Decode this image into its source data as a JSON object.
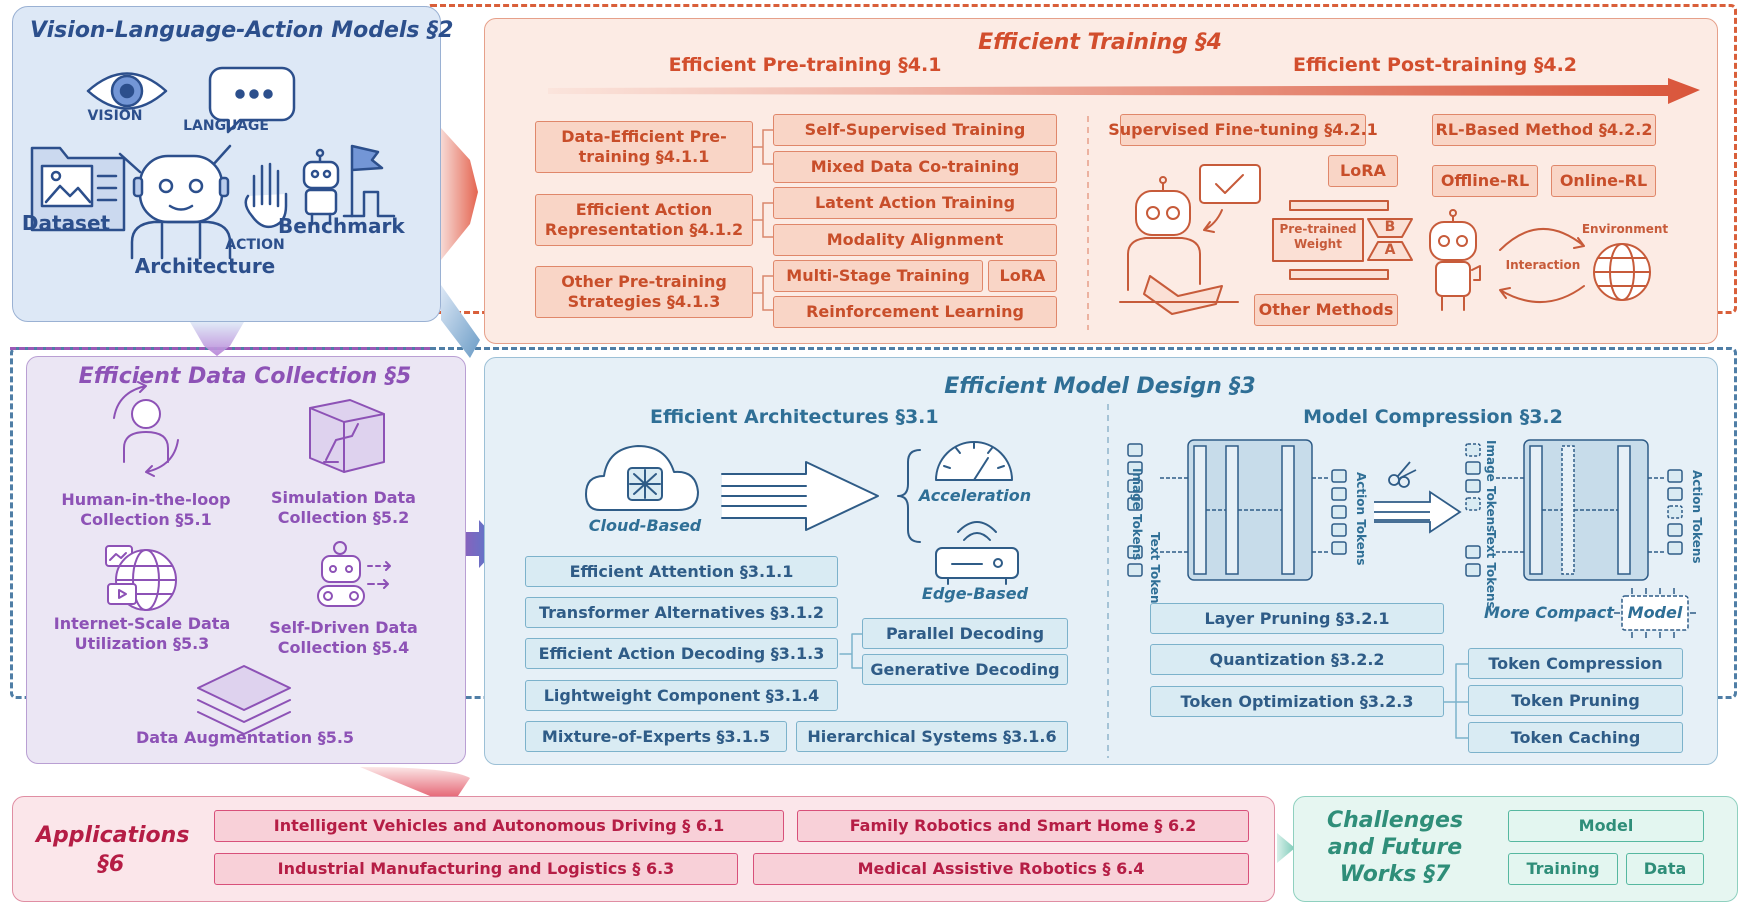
{
  "vla": {
    "title": "Vision-Language-Action Models §2",
    "vision": "VISION",
    "language": "LANGUAGE",
    "dataset": "Dataset",
    "architecture": "Architecture",
    "action": "ACTION",
    "benchmark": "Benchmark"
  },
  "training": {
    "title": "Efficient Training §4",
    "pre_title": "Efficient Pre-training §4.1",
    "post_title": "Efficient Post-training §4.2",
    "pre_groups": [
      {
        "label": "Data-Efficient Pre-training §4.1.1",
        "items": [
          "Self-Supervised Training",
          "Mixed Data Co-training"
        ]
      },
      {
        "label": "Efficient Action Representation §4.1.2",
        "items": [
          "Latent Action Training",
          "Modality Alignment"
        ]
      },
      {
        "label": "Other Pre-training Strategies §4.1.3",
        "items": [
          "Multi-Stage Training",
          "LoRA",
          "Reinforcement Learning"
        ]
      }
    ],
    "sft": "Supervised Fine-tuning §4.2.1",
    "lora": "LoRA",
    "pretrained_weight": "Pre-trained Weight",
    "lora_b": "B",
    "lora_a": "A",
    "other_methods": "Other Methods",
    "rl": "RL-Based Method §4.2.2",
    "offline_rl": "Offline-RL",
    "online_rl": "Online-RL",
    "interaction": "Interaction",
    "environment": "Environment"
  },
  "data_collection": {
    "title": "Efficient Data Collection §5",
    "items": [
      "Human-in-the-loop Collection §5.1",
      "Simulation Data Collection §5.2",
      "Internet-Scale Data Utilization §5.3",
      "Self-Driven Data Collection §5.4",
      "Data Augmentation §5.5"
    ]
  },
  "model_design": {
    "title": "Efficient Model Design §3",
    "arch_title": "Efficient Architectures §3.1",
    "cloud": "Cloud-Based",
    "acceleration": "Acceleration",
    "edge": "Edge-Based",
    "arch_items": [
      "Efficient Attention §3.1.1",
      "Transformer Alternatives §3.1.2",
      "Efficient Action Decoding §3.1.3",
      "Lightweight Component §3.1.4",
      "Mixture-of-Experts §3.1.5",
      "Hierarchical Systems §3.1.6"
    ],
    "decoding": [
      "Parallel Decoding",
      "Generative Decoding"
    ],
    "comp_title": "Model Compression §3.2",
    "image_tokens": "Image Tokens",
    "text_tokens": "Text Tokens",
    "action_tokens": "Action Tokens",
    "more_compact": "More Compact",
    "model": "Model",
    "comp_items": [
      "Layer Pruning §3.2.1",
      "Quantization §3.2.2",
      "Token Optimization §3.2.3"
    ],
    "token_items": [
      "Token Compression",
      "Token Pruning",
      "Token Caching"
    ]
  },
  "applications": {
    "title": "Applications §6",
    "items": [
      "Intelligent Vehicles and Autonomous Driving § 6.1",
      "Family Robotics and Smart Home § 6.2",
      "Industrial Manufacturing and Logistics § 6.3",
      "Medical Assistive Robotics § 6.4"
    ]
  },
  "challenges": {
    "title": "Challenges and Future Works §7",
    "items": [
      "Model",
      "Training",
      "Data"
    ]
  }
}
